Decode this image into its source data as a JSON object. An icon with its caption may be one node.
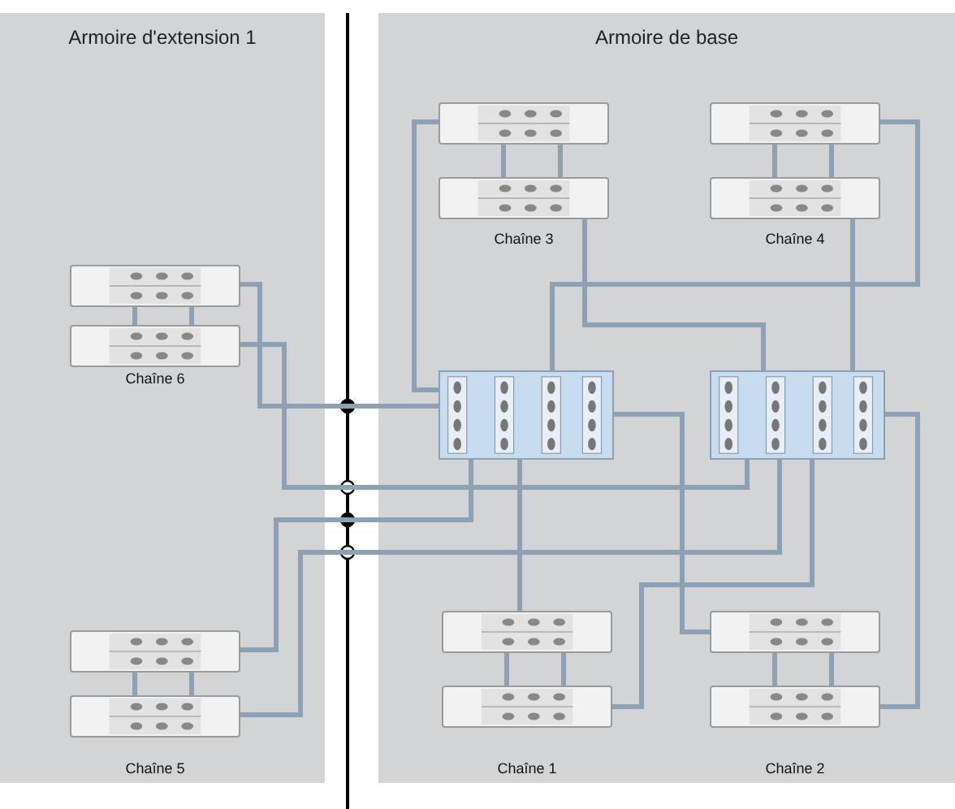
{
  "diagram": {
    "nodes": [
      {
        "text": [
          "Armoire d'extension 1"
        ]
      },
      {
        "text": [
          "Armoire de base"
        ]
      },
      {
        "text": [],
        "shape": "box",
        "in": 0
      },
      {
        "text": [],
        "shape": "box",
        "in": 0,
        "beside": [
          "Chaîne 6"
        ]
      },
      {
        "text": [],
        "shape": "box",
        "in": 0
      },
      {
        "text": [],
        "shape": "box",
        "in": 0,
        "beside": [
          "Chaîne 5"
        ]
      },
      {
        "text": [],
        "shape": "box",
        "in": 1
      },
      {
        "text": [],
        "shape": "box",
        "in": 1,
        "beside": [
          "Chaîne 3"
        ]
      },
      {
        "text": [],
        "shape": "box",
        "in": 1
      },
      {
        "text": [],
        "shape": "box",
        "in": 1,
        "beside": [
          "Chaîne 4"
        ]
      },
      {
        "text": [],
        "shape": "box",
        "in": 1
      },
      {
        "text": [],
        "shape": "box",
        "in": 1
      },
      {
        "text": [],
        "shape": "box",
        "in": 1
      },
      {
        "text": [],
        "shape": "box",
        "in": 1,
        "beside": [
          "Chaîne 1"
        ]
      },
      {
        "text": [],
        "shape": "box",
        "in": 1
      },
      {
        "text": [],
        "shape": "box",
        "in": 1,
        "beside": [
          "Chaîne 2"
        ]
      }
    ],
    "edges": [
      {
        "from": 6,
        "to": 7,
        "arrow": "none"
      },
      {
        "from": 7,
        "to": 6,
        "arrow": "none"
      },
      {
        "from": 8,
        "to": 9,
        "arrow": "none"
      },
      {
        "from": 9,
        "to": 8,
        "arrow": "none"
      },
      {
        "from": 2,
        "to": 3,
        "arrow": "none"
      },
      {
        "from": 3,
        "to": 2,
        "arrow": "none"
      },
      {
        "from": 4,
        "to": 5,
        "arrow": "none"
      },
      {
        "from": 5,
        "to": 4,
        "arrow": "none"
      },
      {
        "from": 12,
        "to": 13,
        "arrow": "none"
      },
      {
        "from": 13,
        "to": 12,
        "arrow": "none"
      },
      {
        "from": 14,
        "to": 15,
        "arrow": "none"
      },
      {
        "from": 15,
        "to": 14,
        "arrow": "none"
      },
      {
        "from": 10,
        "to": 6,
        "arrow": "none"
      },
      {
        "from": 11,
        "to": 7,
        "arrow": "none"
      },
      {
        "from": 10,
        "to": 8,
        "arrow": "none"
      },
      {
        "from": 11,
        "to": 9,
        "arrow": "none"
      },
      {
        "from": 10,
        "to": 2,
        "arrow": "none"
      },
      {
        "from": 11,
        "to": 3,
        "arrow": "none"
      },
      {
        "from": 10,
        "to": 4,
        "arrow": "none"
      },
      {
        "from": 11,
        "to": 5,
        "arrow": "none"
      },
      {
        "from": 10,
        "to": 12,
        "arrow": "none"
      },
      {
        "from": 11,
        "to": 13,
        "arrow": "none"
      },
      {
        "from": 10,
        "to": 14,
        "arrow": "none"
      },
      {
        "from": 11,
        "to": 15,
        "arrow": "none"
      }
    ]
  }
}
